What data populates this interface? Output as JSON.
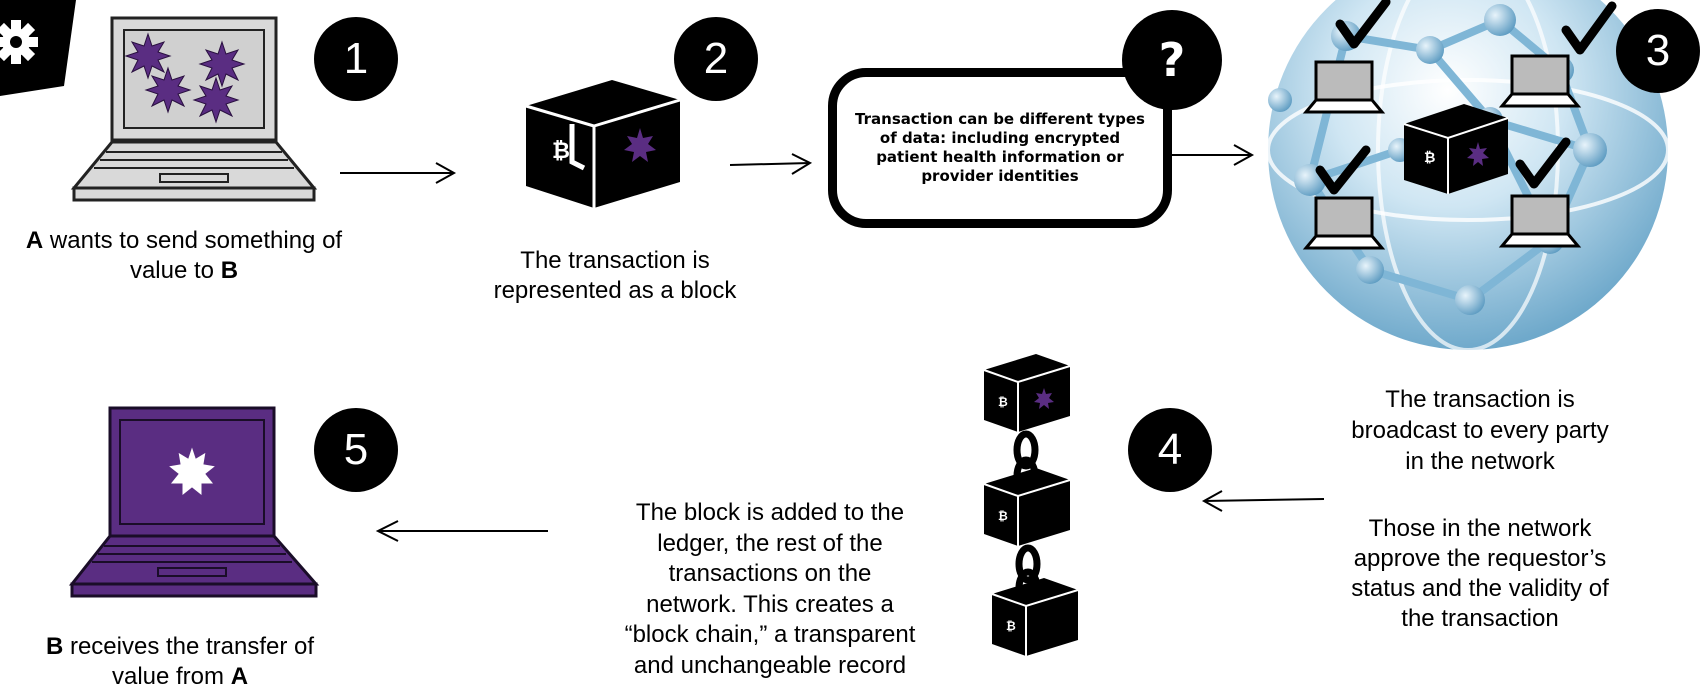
{
  "steps": {
    "one": {
      "number": "1",
      "caption_a": "A",
      "caption_rest1": " wants to send something of",
      "caption_rest2": "value to ",
      "caption_b": "B"
    },
    "two": {
      "number": "2",
      "caption_line1": "The transaction is",
      "caption_line2": "represented as a block"
    },
    "callout": {
      "mark": "?",
      "text": "Transaction can be different types of data:  including encrypted patient health information or provider identities"
    },
    "three": {
      "number": "3",
      "line1": "The transaction is",
      "line2": "broadcast to every party",
      "line3": "in the network",
      "line4": "Those in the network",
      "line5": "approve the requestor’s",
      "line6": "status and the validity of",
      "line7": "the transaction"
    },
    "four": {
      "number": "4",
      "line1": "The block is added to the",
      "line2": "ledger, the rest of the",
      "line3": "transactions on the",
      "line4": "network. This creates a",
      "line5": "“block chain,” a transparent",
      "line6": "and unchangeable record"
    },
    "five": {
      "number": "5",
      "caption_b": "B",
      "caption_rest1": " receives the transfer of",
      "caption_rest2": "value from ",
      "caption_a": "A"
    }
  },
  "colors": {
    "purple": "#5a2d82",
    "black": "#000000",
    "laptop_gray": "#d9d9d9",
    "globe_blue": "#8fc3df"
  },
  "icons": [
    "gear-icon",
    "laptop-icon",
    "burst-icon",
    "block-cube-icon",
    "bitcoin-icon",
    "globe-icon",
    "checkmark-icon",
    "chain-icon",
    "arrow-icon"
  ]
}
